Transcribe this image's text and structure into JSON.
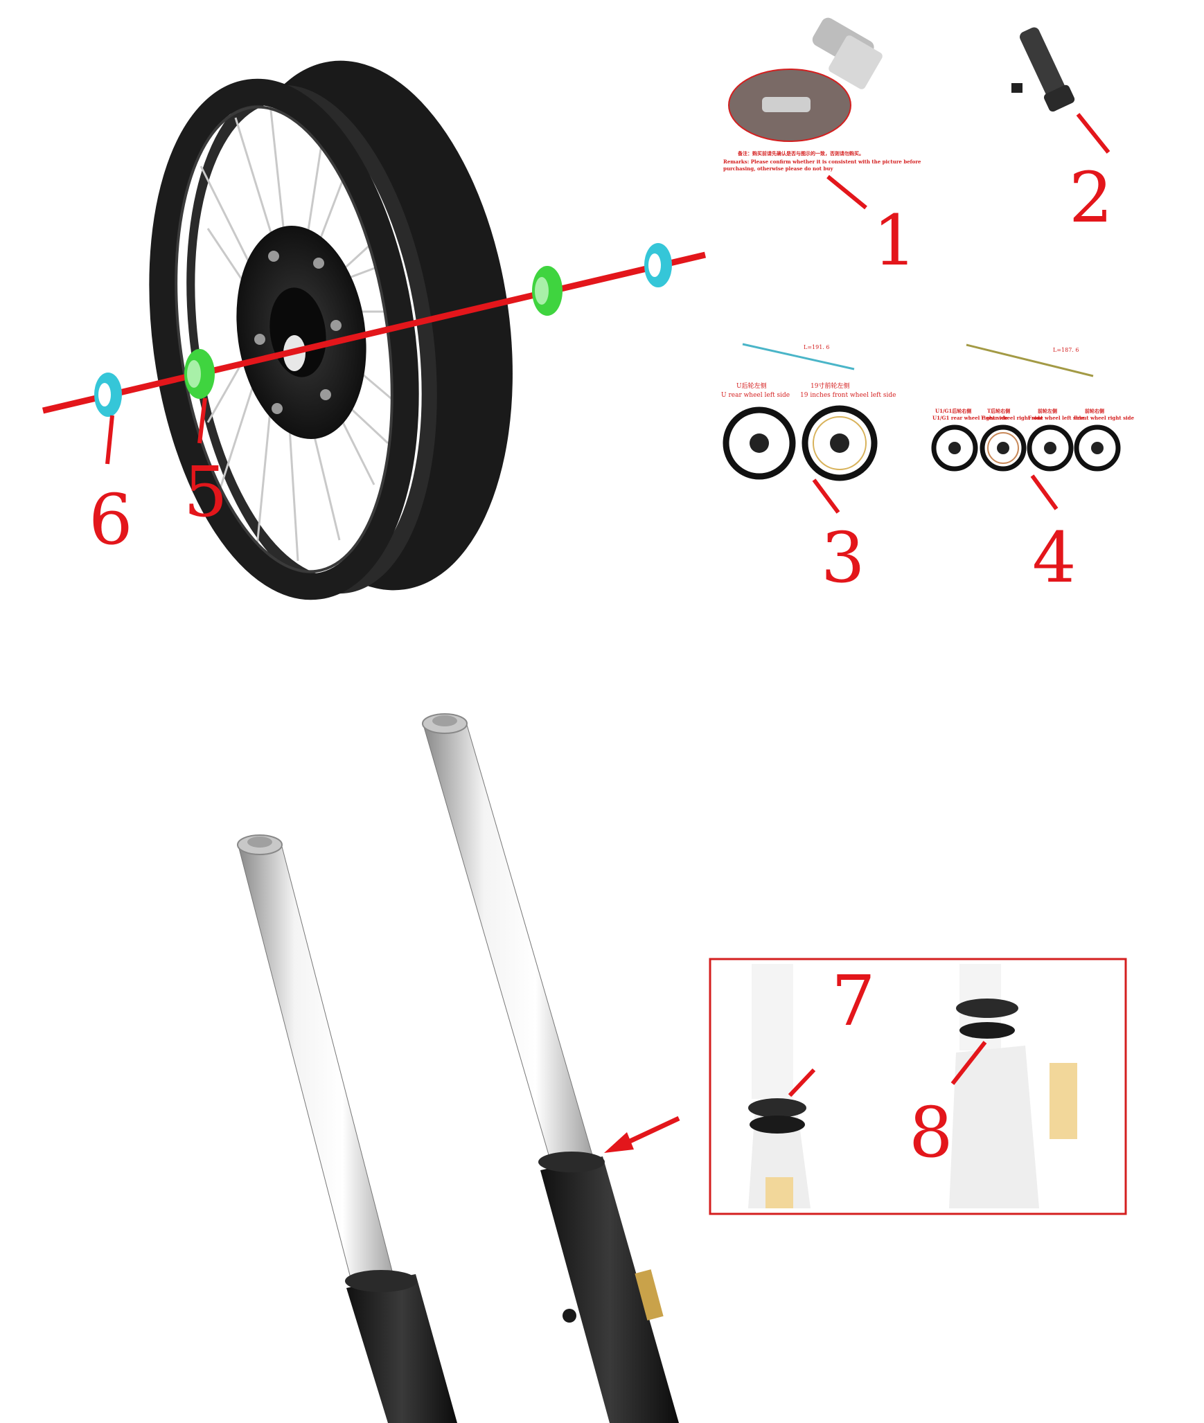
{
  "callouts": [
    "1",
    "2",
    "3",
    "4",
    "5",
    "6",
    "7",
    "8"
  ],
  "note": {
    "cn": "备注：购买前请先确认是否与图示的一致，否则请勿购买。",
    "en_line1": "Remarks: Please confirm whether it is consistent with the picture before",
    "en_line2": "purchasing, otherwise please do not buy"
  },
  "spoke_left": {
    "length": "L=191. 6",
    "label_cn_1": "U后轮左侧",
    "label_en_1": "U rear wheel left side",
    "label_cn_2": "19寸前轮左侧",
    "label_en_2": "19 inches front wheel left side"
  },
  "spoke_right": {
    "length": "L=187. 6",
    "label_cn_1": "U1/G1后轮右侧",
    "label_en_1": "U1/G1 rear wheel right side",
    "label_cn_2": "T后轮右侧",
    "label_en_2": "T rear wheel right side",
    "label_cn_3": "前轮左侧",
    "label_en_3": "Front wheel left side",
    "label_cn_4": "前轮右侧",
    "label_en_4": "Front wheel right side"
  },
  "colors": {
    "callout_red": "#e3161b",
    "axle_red": "#e3161b",
    "bearing_green": "#3fd43f",
    "spacer_cyan": "#35c6d8",
    "rim_black": "#1c1c1c",
    "spoke_silver": "#cfcfcf",
    "fork_silver": "#e2e2e2"
  }
}
